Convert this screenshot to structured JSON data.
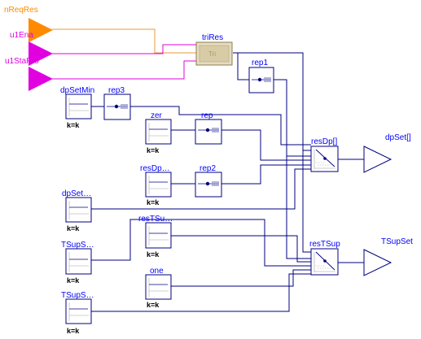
{
  "inputs": {
    "nReqRes": "nReqRes",
    "u1Ena": "u1Ena",
    "u1StaPro": "u1StaPro"
  },
  "blocks": {
    "triRes": "triRes",
    "triRes_inner": "Tri",
    "rep1": "rep1",
    "dpSetMin": "dpSetMin",
    "rep3": "rep3",
    "zer": "zer",
    "rep": "rep",
    "resDp_con": "resDp…",
    "rep2": "rep2",
    "resDp_arr": "resDp[]",
    "dpSet_con": "dpSet…",
    "resTSu_con": "resTSu…",
    "resTSup": "resTSup",
    "TSupS_1": "TSupS…",
    "one": "one",
    "TSupS_2": "TSupS…",
    "k_label": "k=k"
  },
  "outputs": {
    "dpSet": "dpSet[]",
    "TSupSet": "TSupSet"
  },
  "colors": {
    "wire": "#000080",
    "label": "#0000ff",
    "real_input": "#ff8a00",
    "bool_input": "#e000e0"
  }
}
